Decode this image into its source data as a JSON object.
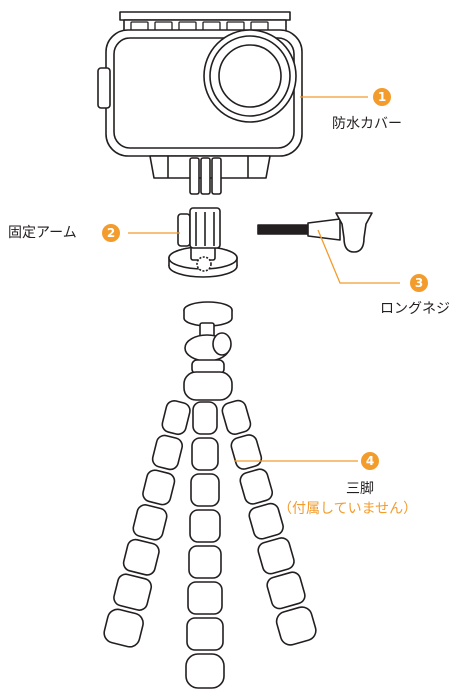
{
  "callouts": [
    {
      "number": "1",
      "label": "防水カバー"
    },
    {
      "number": "2",
      "label": "固定アーム"
    },
    {
      "number": "3",
      "label": "ロングネジ"
    },
    {
      "number": "4",
      "label": "三脚",
      "note": "（付属していません）"
    }
  ],
  "colors": {
    "accent": "#f39c2c",
    "line": "#231f20"
  }
}
